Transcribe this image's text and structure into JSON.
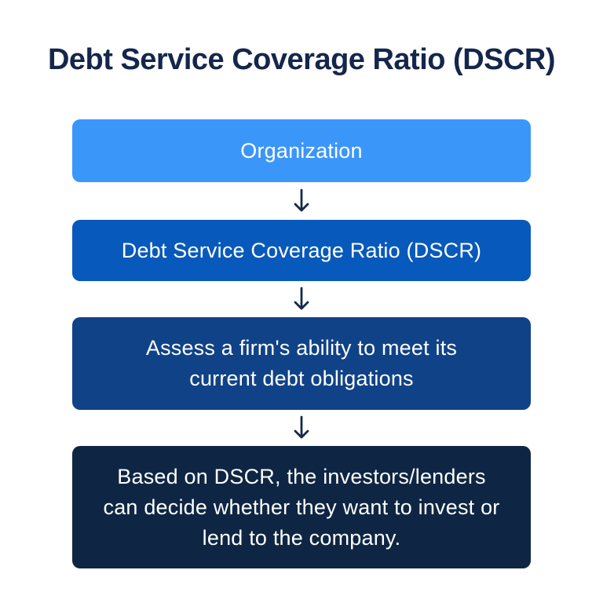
{
  "page": {
    "background": "#FFFFFF"
  },
  "title": {
    "text": "Debt Service Coverage Ratio (DSCR)",
    "color": "#14264B"
  },
  "flow": {
    "text_color": "#FFFFFF",
    "arrow": {
      "icon": "down-arrow-icon",
      "color": "#14294B"
    },
    "boxes": [
      {
        "id": "organization",
        "label": "Organization",
        "bg": "#3B96FA"
      },
      {
        "id": "dscr",
        "label": "Debt Service Coverage Ratio (DSCR)",
        "bg": "#0859BC"
      },
      {
        "id": "assess-ability",
        "label": "Assess a firm's ability to meet its current debt obligations",
        "bg": "#104287"
      },
      {
        "id": "investor-decision",
        "label": "Based on DSCR, the investors/lenders can decide whether they want to invest or lend to the company.",
        "bg": "#0E2643"
      }
    ]
  }
}
